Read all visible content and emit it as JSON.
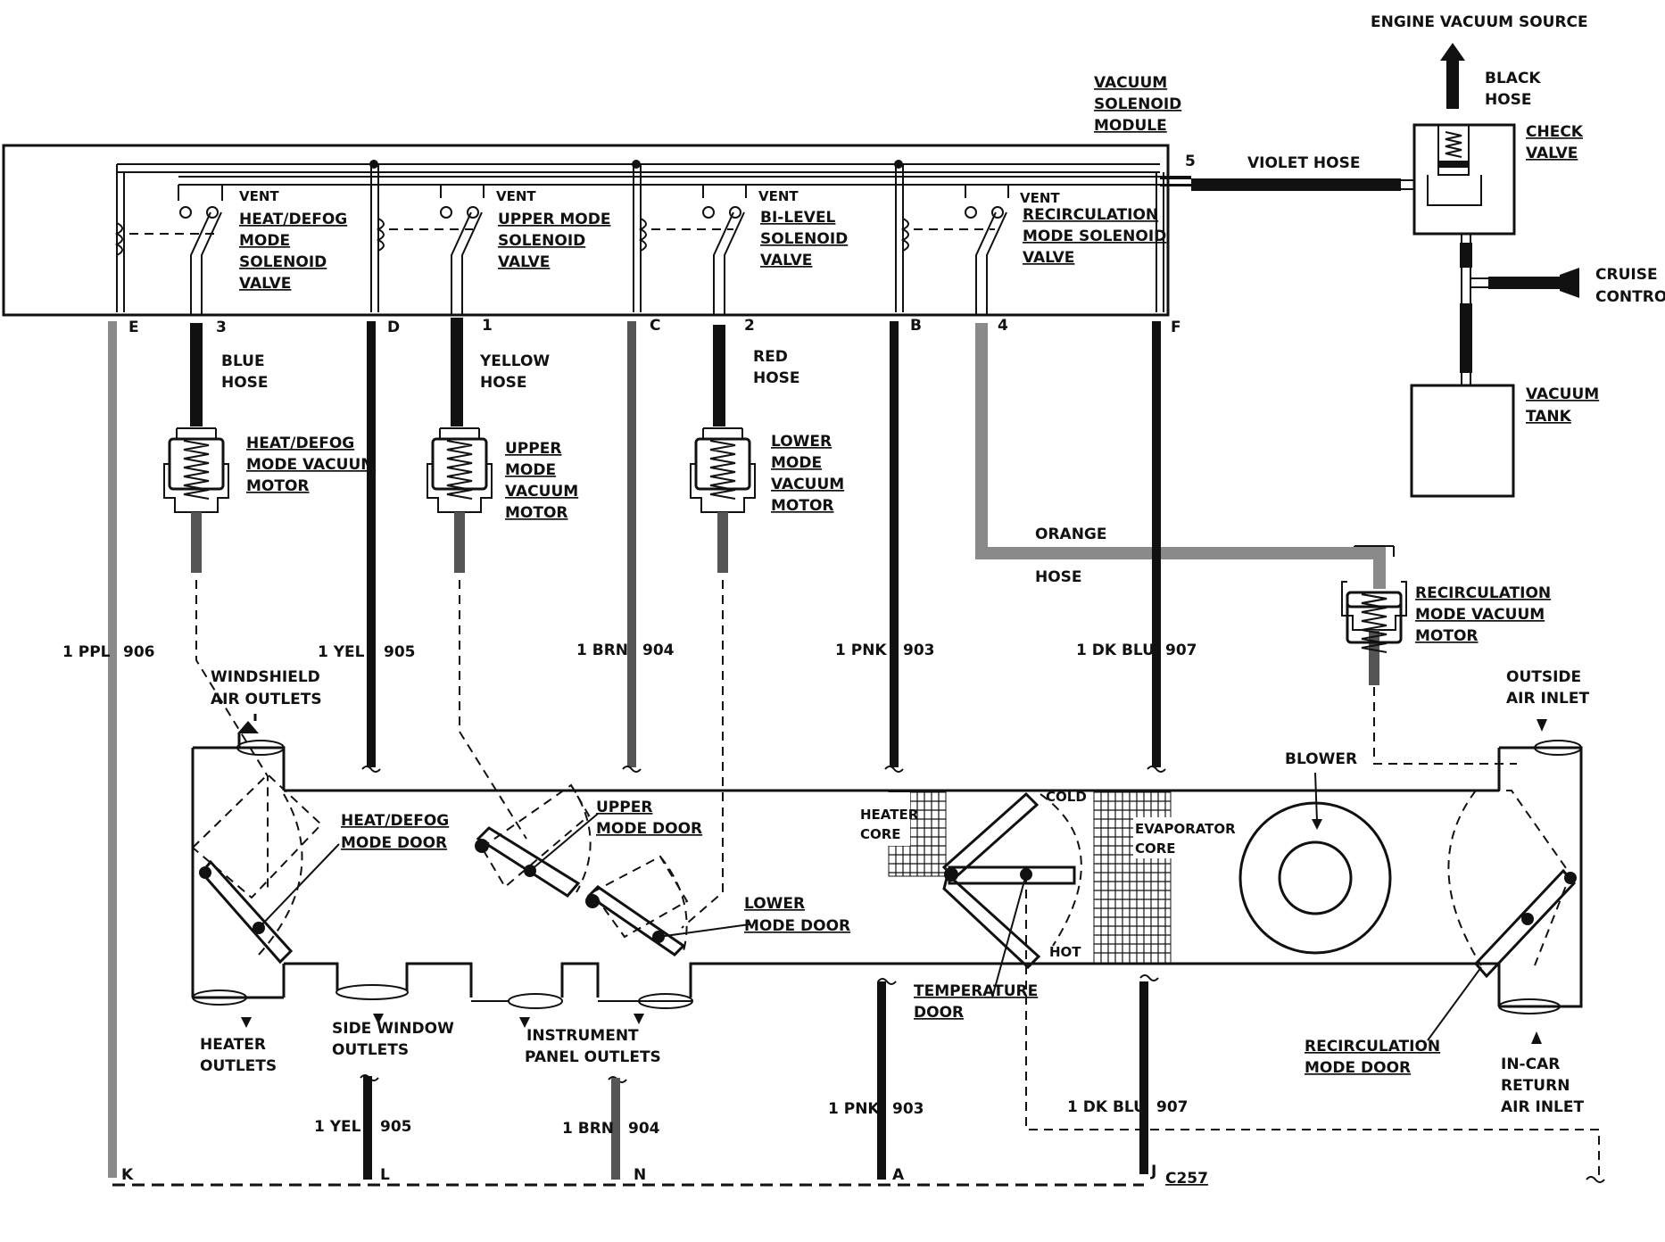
{
  "top": {
    "engine_vacuum_source": "ENGINE VACUUM SOURCE",
    "black_hose": [
      "BLACK",
      "HOSE"
    ],
    "check_valve": [
      "CHECK",
      "VALVE"
    ],
    "cruise_control": [
      "CRUISE",
      "CONTROL"
    ],
    "vacuum_tank": [
      "VACUUM",
      "TANK"
    ],
    "violet_hose": "VIOLET HOSE",
    "port5": "5",
    "vacuum_solenoid_module": [
      "VACUUM",
      "SOLENOID",
      "MODULE"
    ]
  },
  "solenoids": [
    {
      "vent": "VENT",
      "label": [
        "HEAT/DEFOG",
        "MODE",
        "SOLENOID",
        "VALVE"
      ],
      "port": "3"
    },
    {
      "vent": "VENT",
      "label": [
        "UPPER MODE",
        "SOLENOID",
        "VALVE"
      ],
      "port": "1"
    },
    {
      "vent": "VENT",
      "label": [
        "BI-LEVEL",
        "SOLENOID",
        "VALVE"
      ],
      "port": "2"
    },
    {
      "vent": "VENT",
      "label": [
        "RECIRCULATION",
        "MODE SOLENOID",
        "VALVE"
      ],
      "port": "4"
    }
  ],
  "module_ports": {
    "e": "E",
    "d": "D",
    "c": "C",
    "b": "B",
    "f": "F"
  },
  "hoses": {
    "blue": [
      "BLUE",
      "HOSE"
    ],
    "yellow": [
      "YELLOW",
      "HOSE"
    ],
    "red": [
      "RED",
      "HOSE"
    ],
    "orange": [
      "ORANGE",
      "HOSE"
    ]
  },
  "motors": {
    "heat_defog": [
      "HEAT/DEFOG",
      "MODE VACUUM",
      "MOTOR"
    ],
    "upper": [
      "UPPER",
      "MODE",
      "VACUUM",
      "MOTOR"
    ],
    "lower": [
      "LOWER",
      "MODE",
      "VACUUM",
      "MOTOR"
    ],
    "recirc": [
      "RECIRCULATION",
      "MODE VACUUM",
      "MOTOR"
    ]
  },
  "wires": {
    "w906": {
      "color": "1 PPL",
      "num": "906"
    },
    "w905": {
      "color": "1 YEL",
      "num": "905"
    },
    "w904": {
      "color": "1 BRN",
      "num": "904"
    },
    "w903": {
      "color": "1 PNK",
      "num": "903"
    },
    "w907": {
      "color": "1 DK BLU",
      "num": "907"
    },
    "w905b": {
      "color": "1 YEL",
      "num": "905"
    },
    "w904b": {
      "color": "1 BRN",
      "num": "904"
    },
    "w903b": {
      "color": "1 PNK",
      "num": "903"
    },
    "w907b": {
      "color": "1 DK BLU",
      "num": "907"
    }
  },
  "case": {
    "windshield_air_outlets": [
      "WINDSHIELD",
      "AIR OUTLETS"
    ],
    "heat_defog_mode_door": [
      "HEAT/DEFOG",
      "MODE DOOR"
    ],
    "upper_mode_door": [
      "UPPER",
      "MODE DOOR"
    ],
    "lower_mode_door": [
      "LOWER",
      "MODE DOOR"
    ],
    "heater_core": [
      "HEATER",
      "CORE"
    ],
    "cold": "COLD",
    "hot": "HOT",
    "temperature_door": [
      "TEMPERATURE",
      "DOOR"
    ],
    "evaporator_core": [
      "EVAPORATOR",
      "CORE"
    ],
    "blower": "BLOWER",
    "outside_air_inlet": [
      "OUTSIDE",
      "AIR INLET"
    ],
    "recirculation_mode_door": [
      "RECIRCULATION",
      "MODE DOOR"
    ],
    "in_car_return": [
      "IN-CAR",
      "RETURN",
      "AIR INLET"
    ],
    "heater_outlets": [
      "HEATER",
      "OUTLETS"
    ],
    "side_window_outlets": [
      "SIDE WINDOW",
      "OUTLETS"
    ],
    "instrument_panel_outlets": [
      "INSTRUMENT",
      "PANEL OUTLETS"
    ]
  },
  "connectors": {
    "k": "K",
    "l": "L",
    "n": "N",
    "a": "A",
    "j": "J",
    "c257": "C257"
  }
}
